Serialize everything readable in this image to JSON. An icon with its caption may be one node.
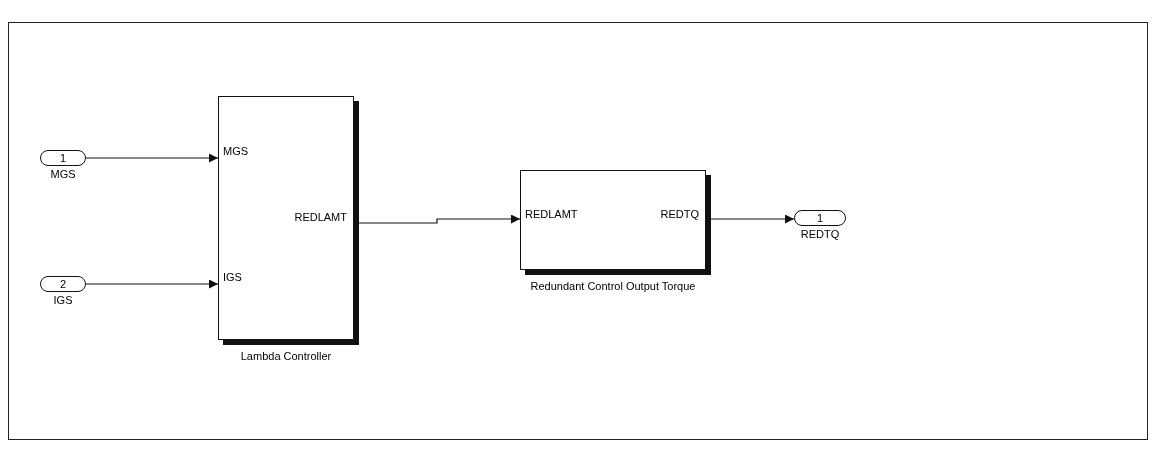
{
  "diagram": {
    "nodes": [
      {
        "text": [
          "1"
        ],
        "beside": [
          "MGS"
        ]
      },
      {
        "text": [
          "2"
        ],
        "beside": [
          "IGS"
        ]
      },
      {
        "text": [
          "MGS",
          "IGS",
          "REDLAMT"
        ],
        "beside": [
          "Lambda Controller"
        ]
      },
      {
        "text": [
          "REDLAMT",
          "REDTQ"
        ],
        "beside": [
          "Redundant Control Output Torque"
        ]
      },
      {
        "text": [
          "1"
        ],
        "beside": [
          "REDTQ"
        ]
      }
    ],
    "edges": [
      {
        "from": 0,
        "to": 2,
        "arrow": "to"
      },
      {
        "from": 1,
        "to": 2,
        "arrow": "to"
      },
      {
        "from": 2,
        "to": 3,
        "arrow": "to"
      },
      {
        "from": 3,
        "to": 4,
        "arrow": "to"
      }
    ]
  }
}
